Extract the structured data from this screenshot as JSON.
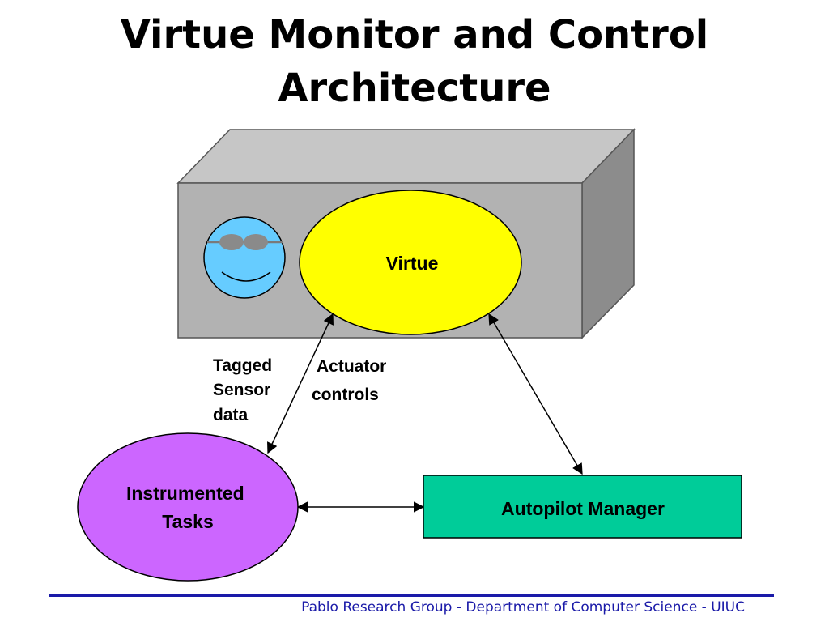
{
  "title": {
    "line1": "Virtue Monitor and Control",
    "line2": "Architecture"
  },
  "nodes": {
    "virtue": "Virtue",
    "instrumented_tasks": [
      "Instrumented",
      "Tasks"
    ],
    "autopilot_manager": "Autopilot Manager"
  },
  "edge_labels": {
    "tagged_sensor_data": [
      "Tagged",
      "Sensor",
      "data"
    ],
    "actuator_controls": [
      "Actuator",
      "controls"
    ]
  },
  "footer": "Pablo Research Group - Department of Computer Science - UIUC",
  "colors": {
    "box_front": "#b2b2b2",
    "box_top": "#c6c6c6",
    "box_side": "#8c8c8c",
    "virtue_fill": "#ffff00",
    "face_fill": "#66ccff",
    "goggles_fill": "#8a8a8a",
    "tasks_fill": "#cc66ff",
    "autopilot_fill": "#00cc99",
    "footer_text": "#1a1aa8"
  }
}
